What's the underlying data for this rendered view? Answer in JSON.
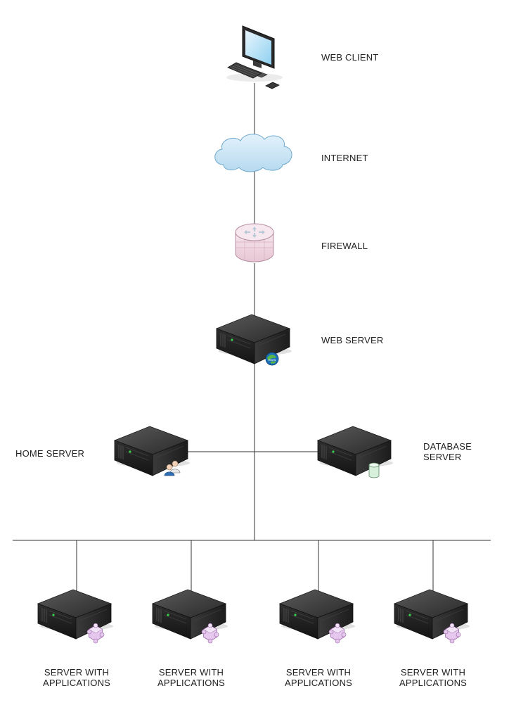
{
  "labels": {
    "web_client": "WEB CLIENT",
    "internet": "INTERNET",
    "firewall": "FIREWALL",
    "web_server": "WEB SERVER",
    "home_server": "HOME SERVER",
    "database_server": [
      "DATABASE",
      "SERVER"
    ],
    "app_servers": [
      [
        "SERVER WITH",
        "APPLICATIONS"
      ],
      [
        "SERVER WITH",
        "APPLICATIONS"
      ],
      [
        "SERVER WITH",
        "APPLICATIONS"
      ],
      [
        "SERVER WITH",
        "APPLICATIONS"
      ]
    ]
  },
  "colors": {
    "line": "#333333",
    "server_dark": "#2b2b2b",
    "cloud": "#c8e4f4",
    "firewall": "#f2dde6",
    "app_badge": "#e6c8ee"
  }
}
